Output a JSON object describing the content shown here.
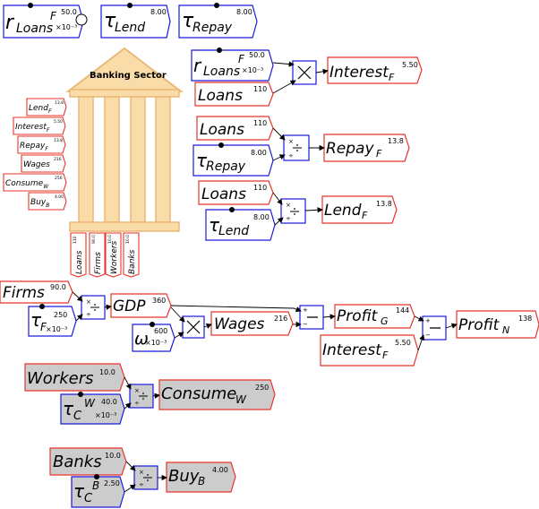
{
  "top_row": {
    "r_loans_f": {
      "symbol": "r",
      "sub": "Loans",
      "sup": "F",
      "value": "50.0",
      "scale": "×10⁻³"
    },
    "tau_lend": {
      "symbol": "τ",
      "sub": "Lend",
      "value": "8.00"
    },
    "tau_repay": {
      "symbol": "τ",
      "sub": "Repay",
      "value": "8.00"
    }
  },
  "banking_sector": {
    "title": "Banking Sector",
    "side_flows": [
      {
        "name": "Lend",
        "sub": "F",
        "value": "13.8"
      },
      {
        "name": "Interest",
        "sub": "F",
        "value": "5.50"
      },
      {
        "name": "Repay",
        "sub": "F",
        "value": "13.8"
      },
      {
        "name": "Wages",
        "sub": "",
        "value": "216"
      },
      {
        "name": "Consume",
        "sub": "W",
        "value": "250"
      },
      {
        "name": "Buy",
        "sub": "B",
        "value": "4.00"
      }
    ],
    "bottom_stocks": [
      {
        "name": "Loans",
        "value": "110"
      },
      {
        "name": "Firms",
        "value": "90.0"
      },
      {
        "name": "Workers",
        "value": "10.0"
      },
      {
        "name": "Banks",
        "value": "10.0"
      }
    ]
  },
  "right_block": {
    "r_loans_f": {
      "symbol": "r",
      "sub": "Loans",
      "sup": "F",
      "value": "50.0",
      "scale": "×10⁻³"
    },
    "loans_1": {
      "name": "Loans",
      "value": "110"
    },
    "interest_f": {
      "name": "Interest",
      "sub": "F",
      "value": "5.50"
    },
    "loans_2": {
      "name": "Loans",
      "value": "110"
    },
    "tau_repay": {
      "symbol": "τ",
      "sub": "Repay",
      "value": "8.00"
    },
    "repay_f": {
      "name": "Repay",
      "sub": "F",
      "value": "13.8"
    },
    "loans_3": {
      "name": "Loans",
      "value": "110"
    },
    "tau_lend": {
      "symbol": "τ",
      "sub": "Lend",
      "value": "8.00"
    },
    "lend_f": {
      "name": "Lend",
      "sub": "F",
      "value": "13.8"
    }
  },
  "mid_block": {
    "firms": {
      "name": "Firms",
      "value": "90.0"
    },
    "tau_f": {
      "symbol": "τ",
      "sub": "F",
      "value": "250",
      "scale": "×10⁻³"
    },
    "gdp": {
      "name": "GDP",
      "value": "360"
    },
    "omega": {
      "symbol": "ω",
      "value": "600",
      "scale": "×10⁻³"
    },
    "wages": {
      "name": "Wages",
      "value": "216"
    },
    "profit_g": {
      "name": "Profit",
      "sub": "G",
      "value": "144"
    },
    "interest_f": {
      "name": "Interest",
      "sub": "F",
      "value": "5.50"
    },
    "profit_n": {
      "name": "Profit",
      "sub": "N",
      "value": "138"
    }
  },
  "workers_block": {
    "workers": {
      "name": "Workers",
      "value": "10.0"
    },
    "tau_cw": {
      "symbol": "τ",
      "sub": "C",
      "sup": "W",
      "value": "40.0",
      "scale": "×10⁻³"
    },
    "consume_w": {
      "name": "Consume",
      "sub": "W",
      "value": "250"
    }
  },
  "banks_block": {
    "banks": {
      "name": "Banks",
      "value": "10.0"
    },
    "tau_cb": {
      "symbol": "τ",
      "sub": "C",
      "sup": "B",
      "value": "2.50"
    },
    "buy_b": {
      "name": "Buy",
      "sub": "B",
      "value": "4.00"
    }
  },
  "colors": {
    "flow_border": "#e8342a",
    "param_border": "#1a1adb",
    "stock_fill": "#cccccc",
    "temple_fill": "#f9dca8",
    "temple_stroke": "#eab877"
  }
}
